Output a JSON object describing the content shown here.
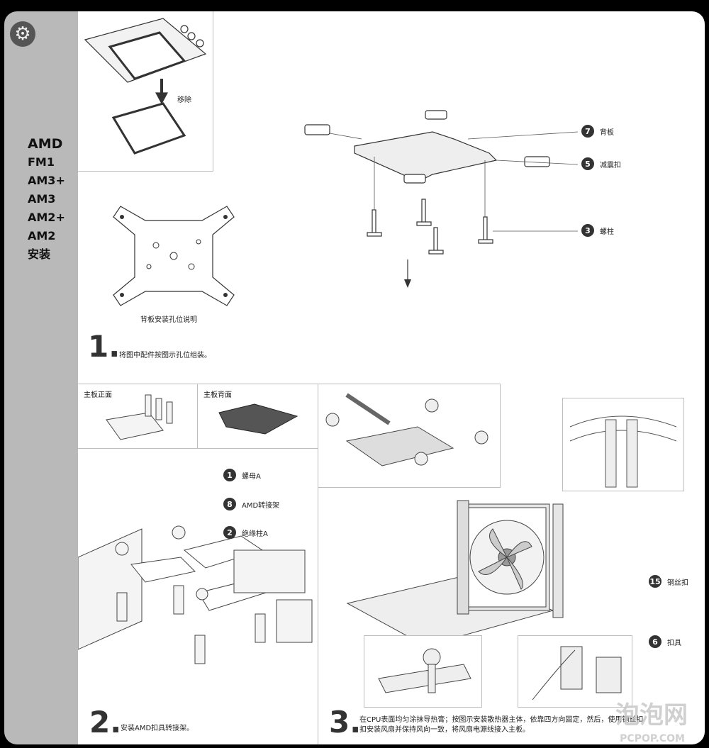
{
  "sidebar": {
    "title": "AMD",
    "items": [
      "FM1",
      "AM3+",
      "AM3",
      "AM2+",
      "AM2",
      "安装"
    ]
  },
  "panel_top_left": {
    "remove_label": "移除"
  },
  "backplate_caption": "背板安装孔位说明",
  "step1": {
    "number": "1.",
    "text": "将图中配件按图示孔位组装。"
  },
  "top_callouts": [
    {
      "num": "7",
      "label": "背板"
    },
    {
      "num": "5",
      "label": "减震扣"
    },
    {
      "num": "3",
      "label": "螺柱"
    }
  ],
  "step2_panels": {
    "front": "主板正面",
    "back": "主板背面"
  },
  "step2_callouts": [
    {
      "num": "1",
      "label": "螺母A"
    },
    {
      "num": "8",
      "label": "AMD转接架"
    },
    {
      "num": "2",
      "label": "绝缘柱A"
    }
  ],
  "step2": {
    "number": "2.",
    "text": "安装AMD扣具转接架。"
  },
  "step3_callouts": [
    {
      "num": "15",
      "label": "钢丝扣"
    },
    {
      "num": "6",
      "label": "扣具"
    }
  ],
  "step3": {
    "number": "3.",
    "line1": "在CPU表面均匀涂抹导热膏；按图示安装散热器主体，依靠四方向固定，然后，使用钢丝扣",
    "line2": "扣安装风扇并保持风向一致，将风扇电源线接入主板。"
  },
  "watermark": {
    "main": "泡泡网",
    "sub": "PCPOP.COM"
  }
}
